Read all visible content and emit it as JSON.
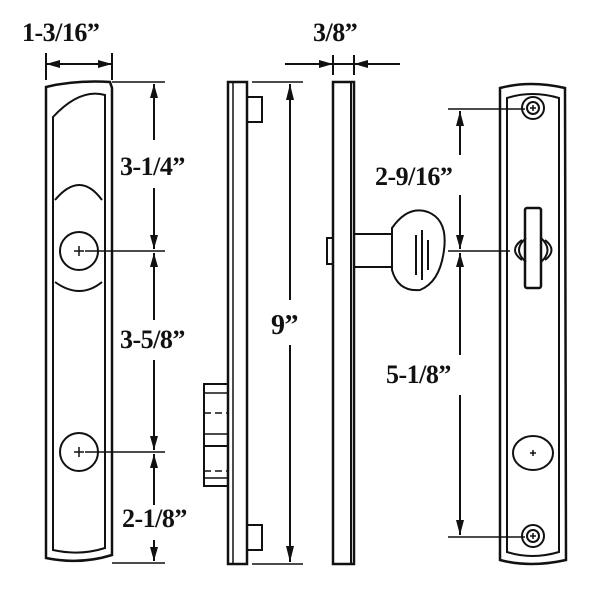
{
  "diagram": {
    "type": "technical-dimension-drawing",
    "subject": "sliding door handle set",
    "line_color": "#111111",
    "background": "#ffffff",
    "views": [
      {
        "id": "front-view-exterior",
        "features": [
          "rounded top",
          "lock cylinder (upper hole)",
          "screw hole (lower)"
        ]
      },
      {
        "id": "side-view-exterior",
        "features": [
          "mortise tabs top and bottom",
          "latch mechanism body"
        ]
      },
      {
        "id": "side-view-interior",
        "features": [
          "thumb-turn knob on stem"
        ]
      },
      {
        "id": "front-view-interior",
        "features": [
          "top screw",
          "thumb-turn lever",
          "screw hole",
          "bottom screw"
        ]
      }
    ],
    "dimensions": {
      "width": "1-3/16”",
      "top_to_cylinder": "3-1/4”",
      "cylinder_to_lower_hole": "3-5/8”",
      "lower_hole_to_bottom": "2-1/8”",
      "overall_length": "9”",
      "thickness": "3/8”",
      "top_screw_to_thumbturn": "2-9/16”",
      "thumbturn_to_bottom_screw": "5-1/8”"
    }
  }
}
